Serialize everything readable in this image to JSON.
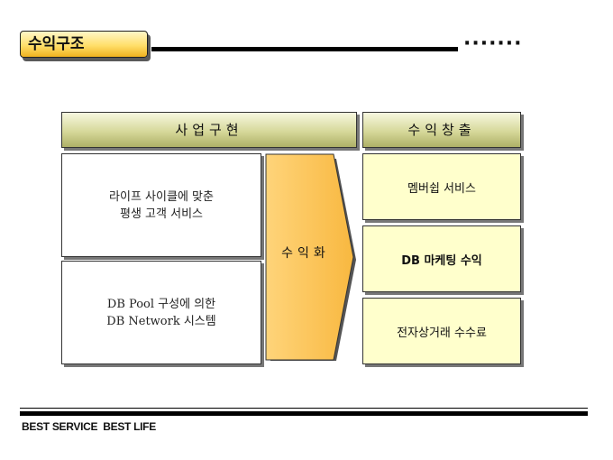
{
  "title": "수익구조",
  "title_dots": "·······",
  "headers": {
    "left": "사업구현",
    "right": "수익창출"
  },
  "left_boxes": [
    {
      "line1": "라이프 사이클에 맞춘",
      "line2": "평생 고객 서비스"
    },
    {
      "line1": "DB Pool 구성에 의한",
      "line2": "DB Network 시스템"
    }
  ],
  "arrow_label": "수익화",
  "right_boxes": [
    "멤버쉽 서비스",
    "DB 마케팅 수익",
    "전자상거래 수수료"
  ],
  "footer": "BEST SERVICE  BEST LIFE",
  "colors": {
    "title_tag": "#ffdf6a",
    "header": "#d6d89a",
    "arrow": "#ffcc66",
    "yellow_box": "#ffffcc"
  }
}
